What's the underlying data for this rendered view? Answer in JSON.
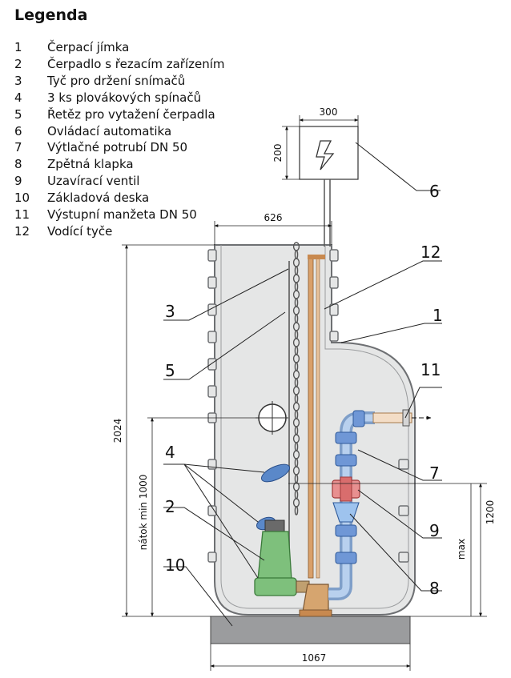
{
  "legend": {
    "title": "Legenda",
    "items": [
      {
        "num": "1",
        "label": "Čerpací jímka"
      },
      {
        "num": "2",
        "label": "Čerpadlo s řezacím zařízením"
      },
      {
        "num": "3",
        "label": "Tyč pro držení snímačů"
      },
      {
        "num": "4",
        "label": "3 ks plovákových spínačů"
      },
      {
        "num": "5",
        "label": "Řetěz pro vytažení čerpadla"
      },
      {
        "num": "6",
        "label": "Ovládací automatika"
      },
      {
        "num": "7",
        "label": "Výtlačné potrubí DN 50"
      },
      {
        "num": "8",
        "label": "Zpětná klapka"
      },
      {
        "num": "9",
        "label": "Uzavírací ventil"
      },
      {
        "num": "10",
        "label": "Základová deska"
      },
      {
        "num": "11",
        "label": "Výstupní manžeta DN 50"
      },
      {
        "num": "12",
        "label": "Vodící tyče"
      }
    ]
  },
  "callouts": {
    "c1": "1",
    "c2": "2",
    "c3": "3",
    "c4": "4",
    "c5": "5",
    "c6": "6",
    "c7": "7",
    "c8": "8",
    "c9": "9",
    "c10": "10",
    "c11": "11",
    "c12": "12"
  },
  "dimensions": {
    "box_width": "300",
    "box_height": "200",
    "shaft_width": "626",
    "total_height": "2024",
    "inlet_min": "nátok min 1000",
    "level_height": "1200",
    "level_max": "max",
    "base_width": "1067"
  },
  "colors": {
    "tank_fill": "#e5e6e6",
    "tank_stroke": "#6e7073",
    "pump_green": "#7ec07c",
    "pipe_blue": "#8fb4e0",
    "valve_red": "#e06767",
    "base_gray": "#9b9c9e",
    "rod_orange": "#d9a06a"
  }
}
